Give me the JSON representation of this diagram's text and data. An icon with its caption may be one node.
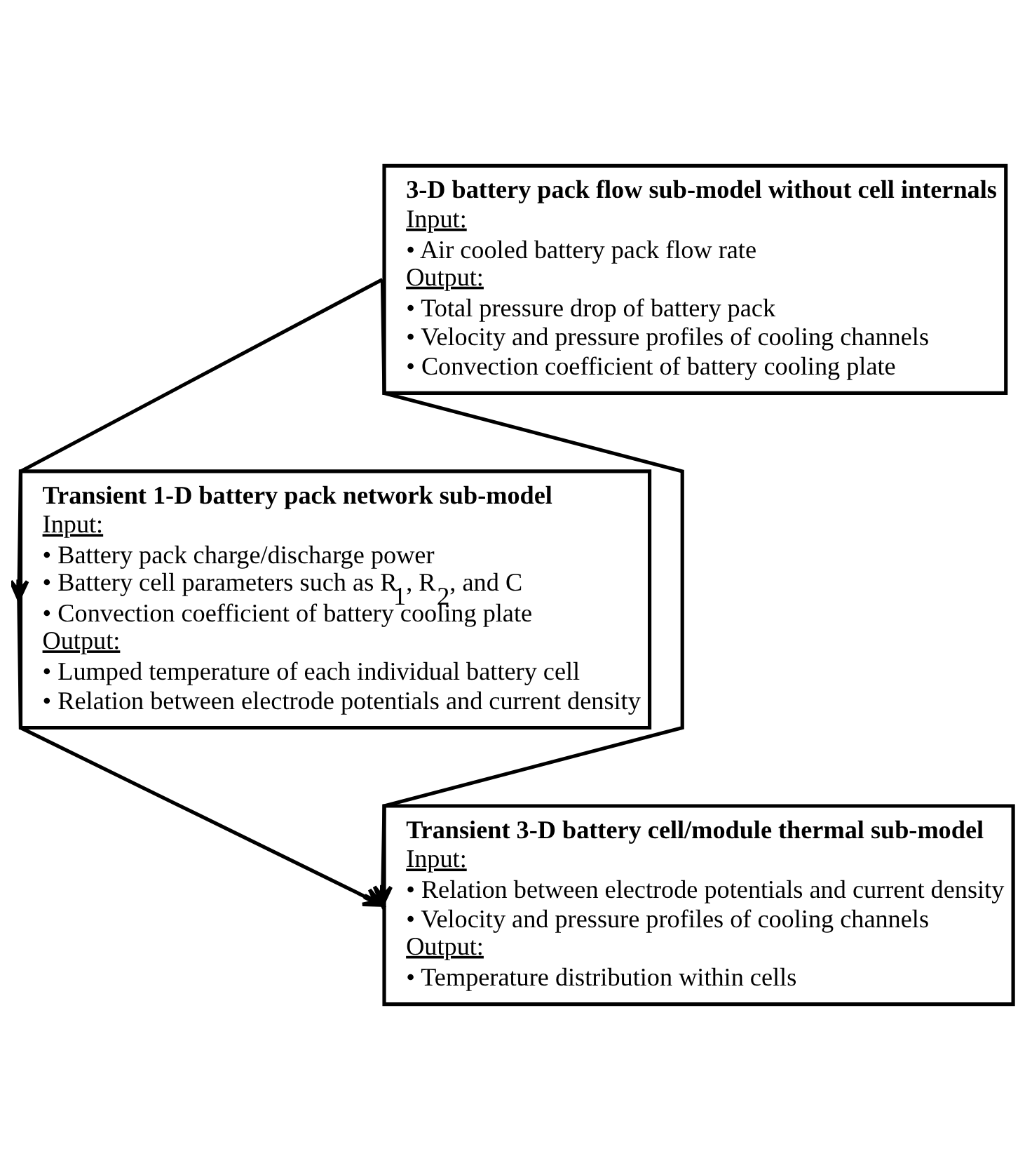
{
  "diagram": {
    "nodes": [
      {
        "text": [
          "3-D battery pack flow sub-model without cell internals",
          "Input:",
          "• Air cooled battery pack flow rate",
          "Output:",
          "• Total pressure drop of battery pack",
          "• Velocity and pressure profiles of cooling channels",
          "• Convection coefficient of battery cooling plate"
        ]
      },
      {
        "text": [
          "Transient 1-D battery pack network sub-model",
          "Input:",
          "• Battery pack charge/discharge power",
          "• Battery cell parameters such as R$_{1}$, R$_{2}$, and C",
          "• Convection coefficient of battery cooling plate",
          "Output:",
          "• Lumped temperature of each individual battery cell",
          "• Relation between electrode potentials and current density"
        ]
      },
      {
        "text": [
          "Transient 3-D battery cell/module thermal sub-model",
          "Input:",
          "• Relation between electrode potentials and current density",
          "• Velocity and pressure profiles of cooling channels",
          "Output:",
          "• Temperature distribution within cells"
        ]
      }
    ],
    "edges": [
      {
        "from": 0,
        "to": 1,
        "arrow": "to"
      },
      {
        "from": 1,
        "to": 2,
        "arrow": "to"
      },
      {
        "from": 0,
        "to": 2,
        "arrow": "to"
      }
    ]
  }
}
